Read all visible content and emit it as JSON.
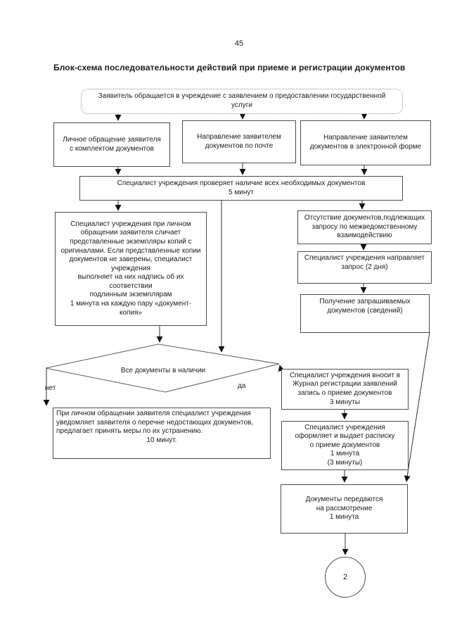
{
  "page": {
    "number": "45",
    "title": "Блок-схема последовательности действий при приеме и регистрации документов"
  },
  "nodes": {
    "applicant": {
      "text": "Заявитель обращается в учреждение с заявлением о предоставлении государственной\nуслуги"
    },
    "personal": {
      "text": "Личное обращение заявителя\nс комплектом документов"
    },
    "mail": {
      "text": "Направление заявителем\nдокументов по почте"
    },
    "electronic": {
      "text": "Направление заявителем\nдокументов в электронной форме"
    },
    "check": {
      "text": "Специалист учреждения проверяет наличие всех необходимых документов\n5 минут"
    },
    "compare": {
      "text": "Специалист учреждения при личном\nобращении заявителя сличает\nпредставленные экземпляры копий с\nоригиналами. Если представленные копии\nдокументов не заверены, специалист\nучреждения\nвыполняет на них надпись об их\nсоответствии\nподлинным экземплярам\n1 минута на каждую пару «документ-\nкопия»"
    },
    "absence": {
      "text": "Отсутствие документов,подлежащих\nзапросу по межведомственному\nвзаимодействию"
    },
    "request": {
      "text": "Специалист учреждения направляет\nзапрос (2 дня)"
    },
    "receive": {
      "text": "Получение запрашиваемых\nдокументов (сведений)"
    },
    "decision": {
      "text": "Все документы в наличии"
    },
    "notify": {
      "text": "При личном обращении заявителя специалист учреждения\nуведомляет заявителя о перечне недостающих документов,\nпредлагает принять меры по их устранению.",
      "time": "10 минут."
    },
    "journal": {
      "text": "Специалист учреждения вносит в\nЖурнал регистрации заявлений\nзапись о приеме документов\n3 минуты"
    },
    "receipt": {
      "text": "Специалист учреждения\nоформляет и выдает расписку\nо приеме документов\n1 минута\n(3 минуты)"
    },
    "transfer": {
      "text": "Документы передаются\nна рассмотрение\n1 минута"
    },
    "connector_circle": {
      "text": "2"
    }
  },
  "labels": {
    "no": "нет",
    "yes": "да"
  },
  "colors": {
    "line": "#2f2f2f",
    "box_border": "#4c4c4c"
  }
}
